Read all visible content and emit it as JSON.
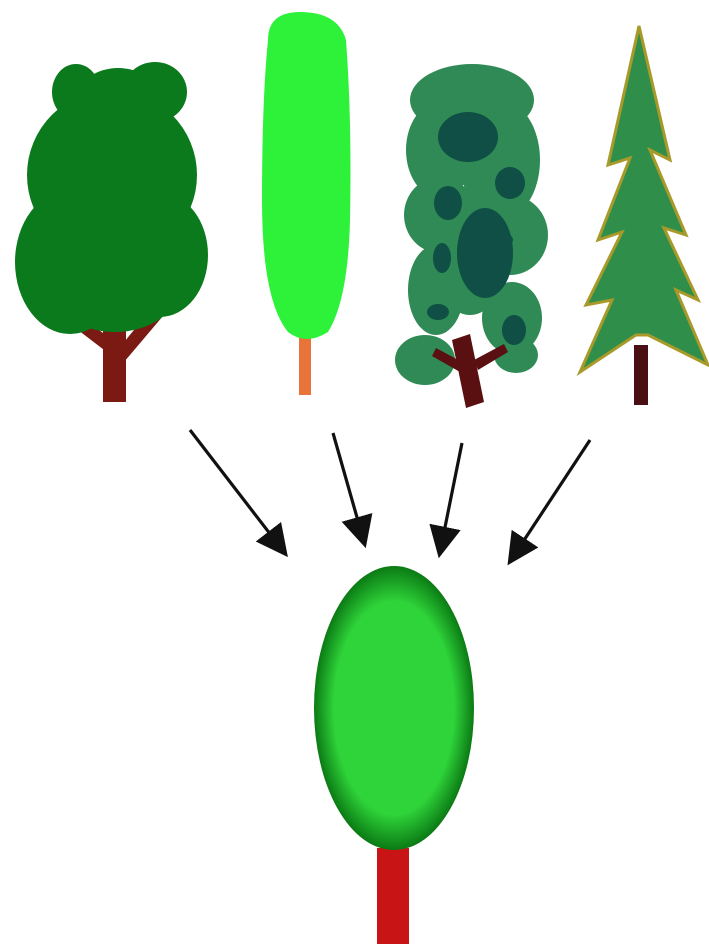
{
  "diagram": {
    "colors": {
      "background": "#ffffff",
      "broadleaf_crown": "#0a7a1c",
      "broadleaf_trunk": "#7a1a12",
      "columnar_crown": "#2ef23a",
      "columnar_trunk": "#e8743a",
      "mottled_crown": "#2f8a55",
      "mottled_spots": "#0f4f45",
      "mottled_trunk": "#5a0f10",
      "conifer_body": "#2f8f4a",
      "conifer_outline": "#a89a2a",
      "conifer_trunk": "#4a0f12",
      "arrow": "#111111",
      "generic_crown_light": "#2fd43a",
      "generic_crown_dark": "#0b7a14",
      "generic_trunk": "#c81414"
    },
    "source_trees": [
      {
        "id": "broadleaf-tree",
        "icon": "broadleaf-tree-icon"
      },
      {
        "id": "columnar-tree",
        "icon": "columnar-tree-icon"
      },
      {
        "id": "mottled-tree",
        "icon": "mottled-tree-icon"
      },
      {
        "id": "conifer-tree",
        "icon": "conifer-tree-icon"
      }
    ],
    "arrows_count": 4,
    "target_tree": {
      "id": "generic-tree",
      "icon": "generic-tree-icon"
    }
  }
}
